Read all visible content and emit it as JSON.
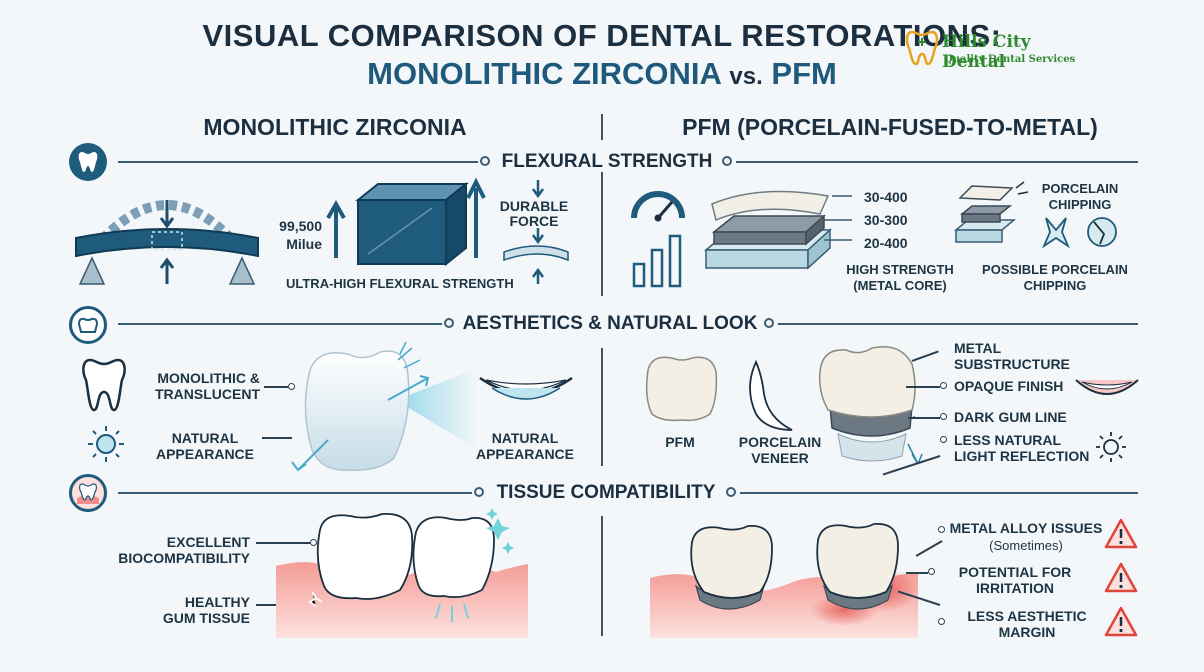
{
  "header": {
    "title_line1": "VISUAL COMPARISON OF DENTAL RESTORATIONS:",
    "title_left": "MONOLITHIC ZIRCONIA",
    "title_vs": "vs.",
    "title_right": "PFM"
  },
  "logo": {
    "name": "Hills City Dental",
    "tagline": "Quality Dental Services",
    "icon": "tooth-logo-icon"
  },
  "columns": {
    "left": "MONOLITHIC ZIRCONIA",
    "right": "PFM (PORCELAIN-FUSED-TO-METAL)"
  },
  "colors": {
    "primary": "#1e5b7d",
    "warning": "#e0453c",
    "gum": "#f4a7a3",
    "logo_green": "#2e8a2e",
    "logo_gold": "#e8a21e"
  },
  "sections": {
    "strength": {
      "title": "FLEXURAL STRENGTH",
      "left": {
        "value_line1": "99,500",
        "value_line2": "Milue",
        "force_line1": "DURABLE",
        "force_line2": "FORCE",
        "caption": "ULTRA-HIGH FLEXURAL STRENGTH"
      },
      "right": {
        "values": [
          "30-400",
          "30-300",
          "20-400"
        ],
        "caption_line1": "HIGH STRENGTH",
        "caption_line2": "(METAL CORE)",
        "chip_line1": "PORCELAIN",
        "chip_line2": "CHIPPING",
        "chip_caption_line1": "POSSIBLE PORCELAIN",
        "chip_caption_line2": "CHIPPING"
      }
    },
    "aesthetics": {
      "title": "AESTHETICS & NATURAL LOOK",
      "left": {
        "mono_line1": "MONOLITHIC &",
        "mono_line2": "TRANSLUCENT",
        "natural_line1": "NATURAL",
        "natural_line2": "APPEARANCE",
        "smile_line1": "NATURAL",
        "smile_line2": "APPEARANCE"
      },
      "right": {
        "pfm": "PFM",
        "veneer_line1": "PORCELAIN",
        "veneer_line2": "VENEER",
        "metal_line1": "METAL",
        "metal_line2": "SUBSTRUCTURE",
        "opaque": "OPAQUE FINISH",
        "gum_line": "DARK GUM LINE",
        "light_line1": "LESS NATURAL",
        "light_line2": "LIGHT REFLECTION"
      }
    },
    "tissue": {
      "title": "TISSUE COMPATIBILITY",
      "left": {
        "bio_line1": "EXCELLENT",
        "bio_line2": "BIOCOMPATIBILITY",
        "gum_line1": "HEALTHY",
        "gum_line2": "GUM TISSUE"
      },
      "right": {
        "alloy_line1": "METAL ALLOY ISSUES",
        "alloy_line2": "(Sometimes)",
        "irritation_line1": "POTENTIAL FOR",
        "irritation_line2": "IRRITATION",
        "margin_line1": "LESS AESTHETIC",
        "margin_line2": "MARGIN"
      }
    }
  }
}
